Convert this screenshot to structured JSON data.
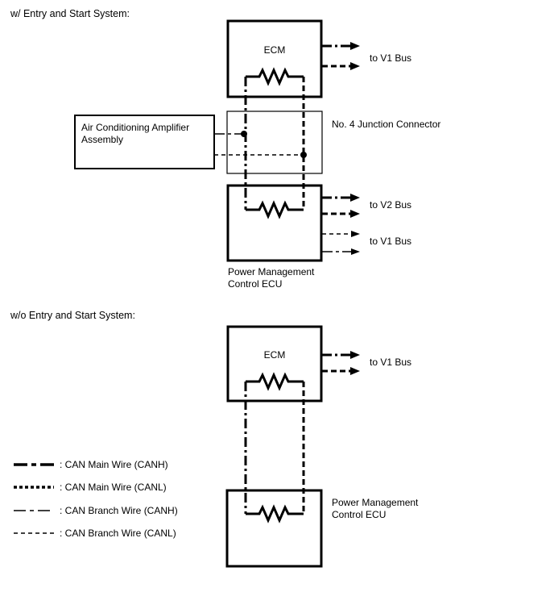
{
  "colors": {
    "background": "#ffffff",
    "line": "#000000",
    "text": "#000000"
  },
  "section_with_entry": {
    "title": "w/ Entry and Start System:",
    "ecm_box_label": "ECM",
    "ecm_bus_label": "to V1 Bus",
    "junction_connector_label": "No. 4 Junction Connector",
    "ac_amplifier_label_line1": "Air Conditioning Amplifier",
    "ac_amplifier_label_line2": "Assembly",
    "pm_ecu_bus_label_v2": "to V2 Bus",
    "pm_ecu_bus_label_v1": "to V1 Bus",
    "pm_ecu_label_line1": "Power Management",
    "pm_ecu_label_line2": "Control ECU"
  },
  "section_without_entry": {
    "title": "w/o Entry and Start System:",
    "ecm_box_label": "ECM",
    "ecm_bus_label": "to V1 Bus",
    "pm_ecu_label_line1": "Power Management",
    "pm_ecu_label_line2": "Control ECU"
  },
  "legend": {
    "items": [
      {
        "label": ": CAN Main Wire (CANH)",
        "line_style": "thick-dash-dot"
      },
      {
        "label": ": CAN Main Wire (CANL)",
        "line_style": "thick-dashed"
      },
      {
        "label": ": CAN Branch Wire (CANH)",
        "line_style": "thin-dash-dot"
      },
      {
        "label": ": CAN Branch Wire (CANL)",
        "line_style": "thin-dashed"
      }
    ]
  }
}
